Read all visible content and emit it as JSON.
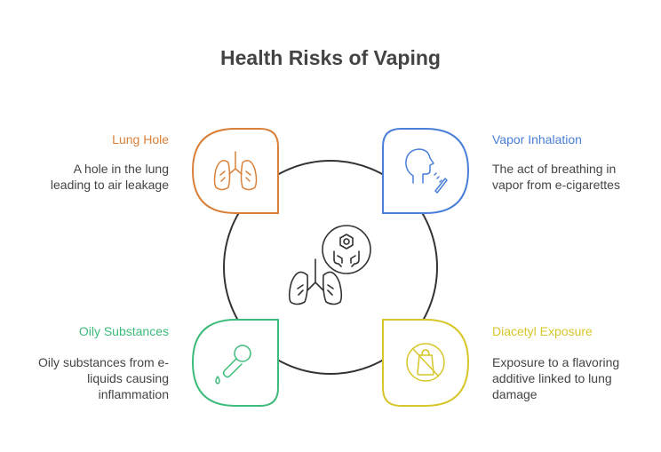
{
  "title": "Health Risks of Vaping",
  "colors": {
    "title": "#444444",
    "text": "#444444",
    "circle": "#333333",
    "lung_hole": "#d9813a",
    "vapor_inhalation": "#4a7fd8",
    "oily_substances": "#3dbb7a",
    "diacetyl_exposure": "#d7c629"
  },
  "items": [
    {
      "key": "lung_hole",
      "label": "Lung Hole",
      "description": [
        "A hole in the lung",
        "leading to air leakage"
      ],
      "icon": "lungs-icon"
    },
    {
      "key": "vapor_inhalation",
      "label": "Vapor Inhalation",
      "description": [
        "The act of breathing in",
        "vapor from e-cigarettes"
      ],
      "icon": "head-vapor-icon"
    },
    {
      "key": "oily_substances",
      "label": "Oily Substances",
      "description": [
        "Oily substances from e-",
        "liquids causing",
        "inflammation"
      ],
      "icon": "dropper-icon"
    },
    {
      "key": "diacetyl_exposure",
      "label": "Diacetyl Exposure",
      "description": [
        "Exposure to a flavoring",
        "additive linked to lung",
        "damage"
      ],
      "icon": "no-bag-icon"
    }
  ],
  "center_icons": [
    "chemical-hand-icon",
    "lungs-icon"
  ]
}
